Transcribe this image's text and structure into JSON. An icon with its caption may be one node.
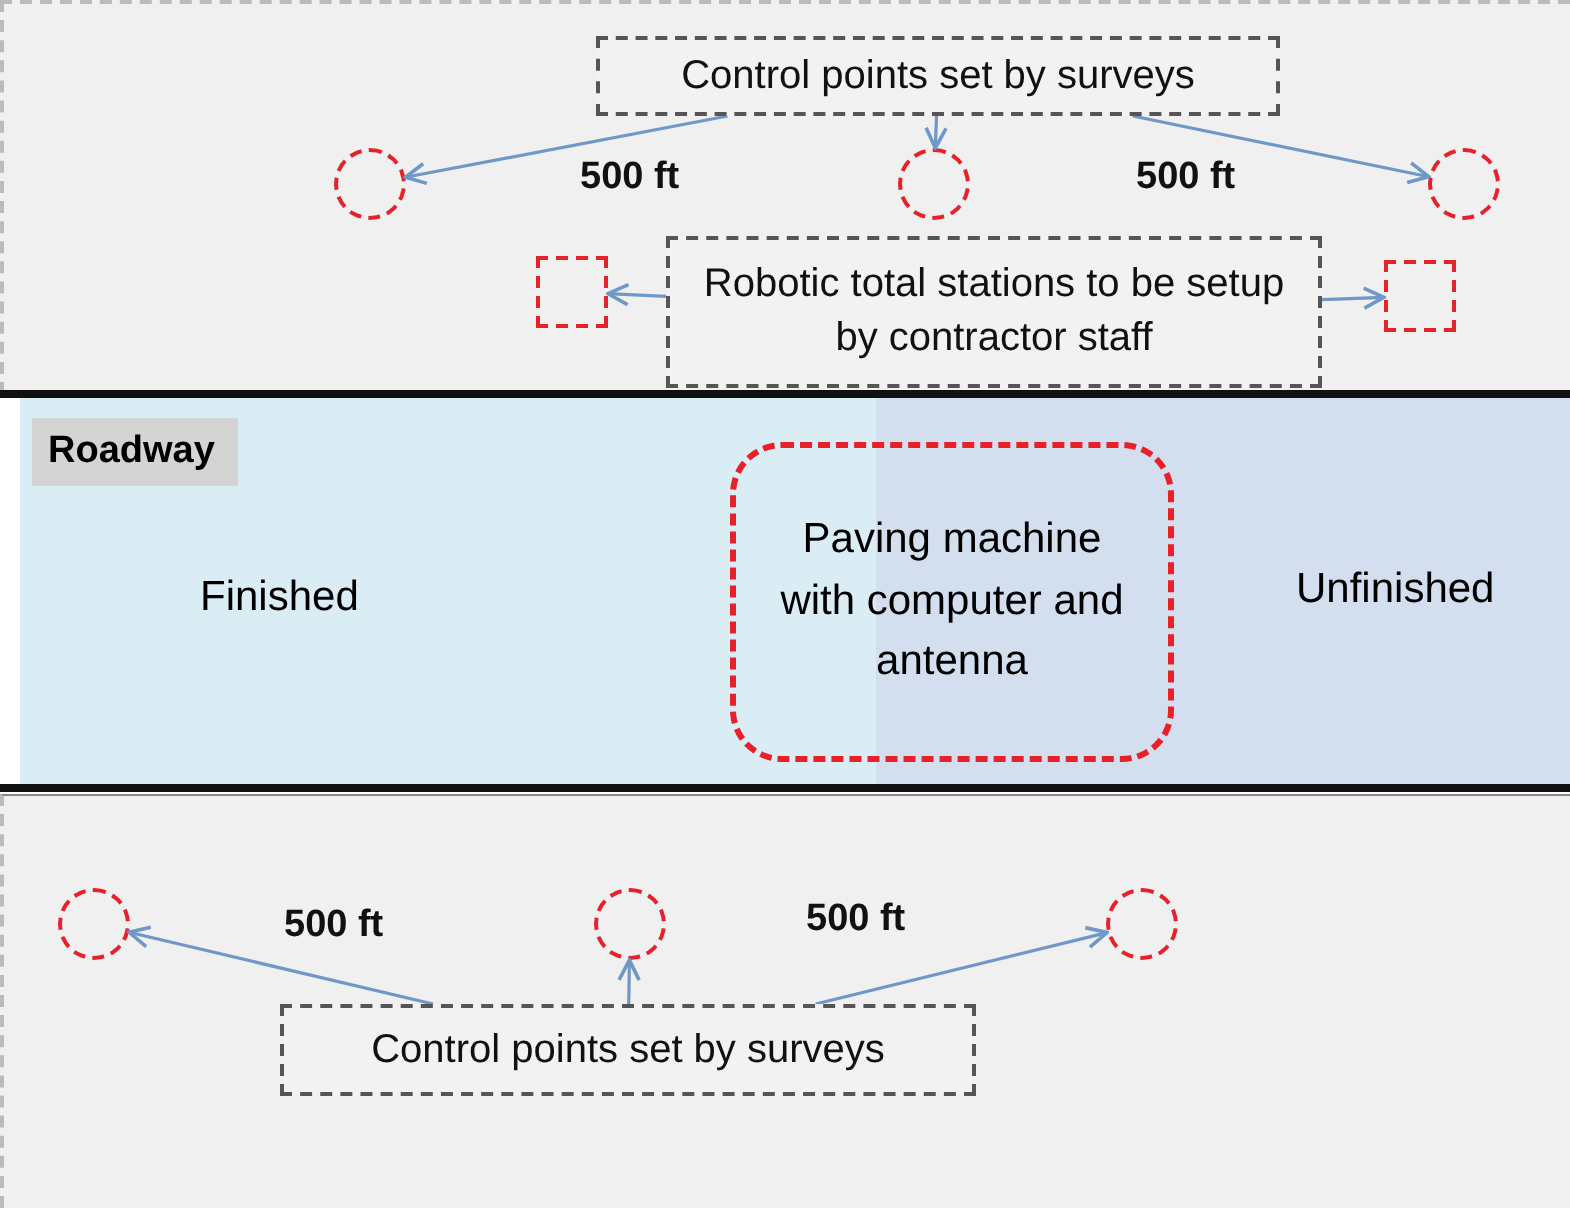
{
  "diagram": {
    "nodes": [
      {
        "text": [
          "Control points set by surveys"
        ]
      },
      {
        "text": [],
        "shape": "circle"
      },
      {
        "text": [],
        "shape": "circle"
      },
      {
        "text": [],
        "shape": "circle"
      },
      {
        "text": [
          "Robotic total stations to be setup by contractor staff"
        ]
      },
      {
        "text": [],
        "shape": "box"
      },
      {
        "text": [],
        "shape": "box"
      },
      {
        "text": [
          "Roadway",
          "Finished",
          "Unfinished"
        ]
      },
      {
        "text": [
          "Paving machine with computer and antenna"
        ],
        "in": 7
      },
      {
        "text": [],
        "shape": "circle"
      },
      {
        "text": [],
        "shape": "circle"
      },
      {
        "text": [],
        "shape": "circle"
      },
      {
        "text": [
          "Control points set by surveys"
        ]
      }
    ],
    "edges": [
      {
        "from": 0,
        "to": 1,
        "arrow": "to"
      },
      {
        "from": 0,
        "to": 2,
        "arrow": "to"
      },
      {
        "from": 0,
        "to": 3,
        "arrow": "to"
      },
      {
        "from": 4,
        "to": 5,
        "arrow": "to"
      },
      {
        "from": 4,
        "to": 6,
        "arrow": "to"
      },
      {
        "from": 12,
        "to": 9,
        "arrow": "to"
      },
      {
        "from": 12,
        "to": 10,
        "arrow": "to"
      },
      {
        "from": 12,
        "to": 11,
        "arrow": "to"
      }
    ],
    "labels": [
      "500 ft",
      "500 ft",
      "500 ft",
      "500 ft"
    ]
  }
}
